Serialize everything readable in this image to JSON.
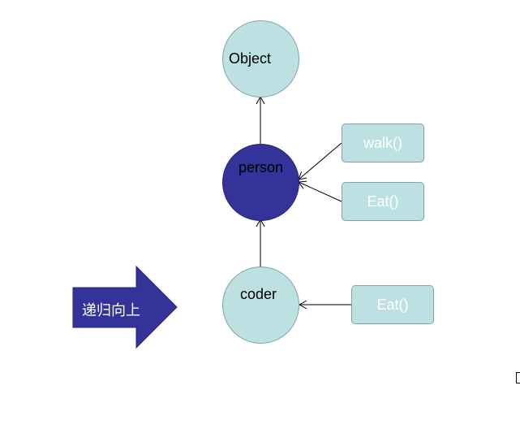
{
  "nodes": {
    "object": "Object",
    "person": "person",
    "coder": "coder"
  },
  "methods": {
    "walk": "walk()",
    "person_eat": "Eat()",
    "coder_eat": "Eat()"
  },
  "big_arrow_label": "递归向上",
  "colors": {
    "node_fill": "#bde0e3",
    "node_border": "#7fa3a8",
    "highlight_fill": "#333399",
    "arrow_fill": "#333399"
  }
}
